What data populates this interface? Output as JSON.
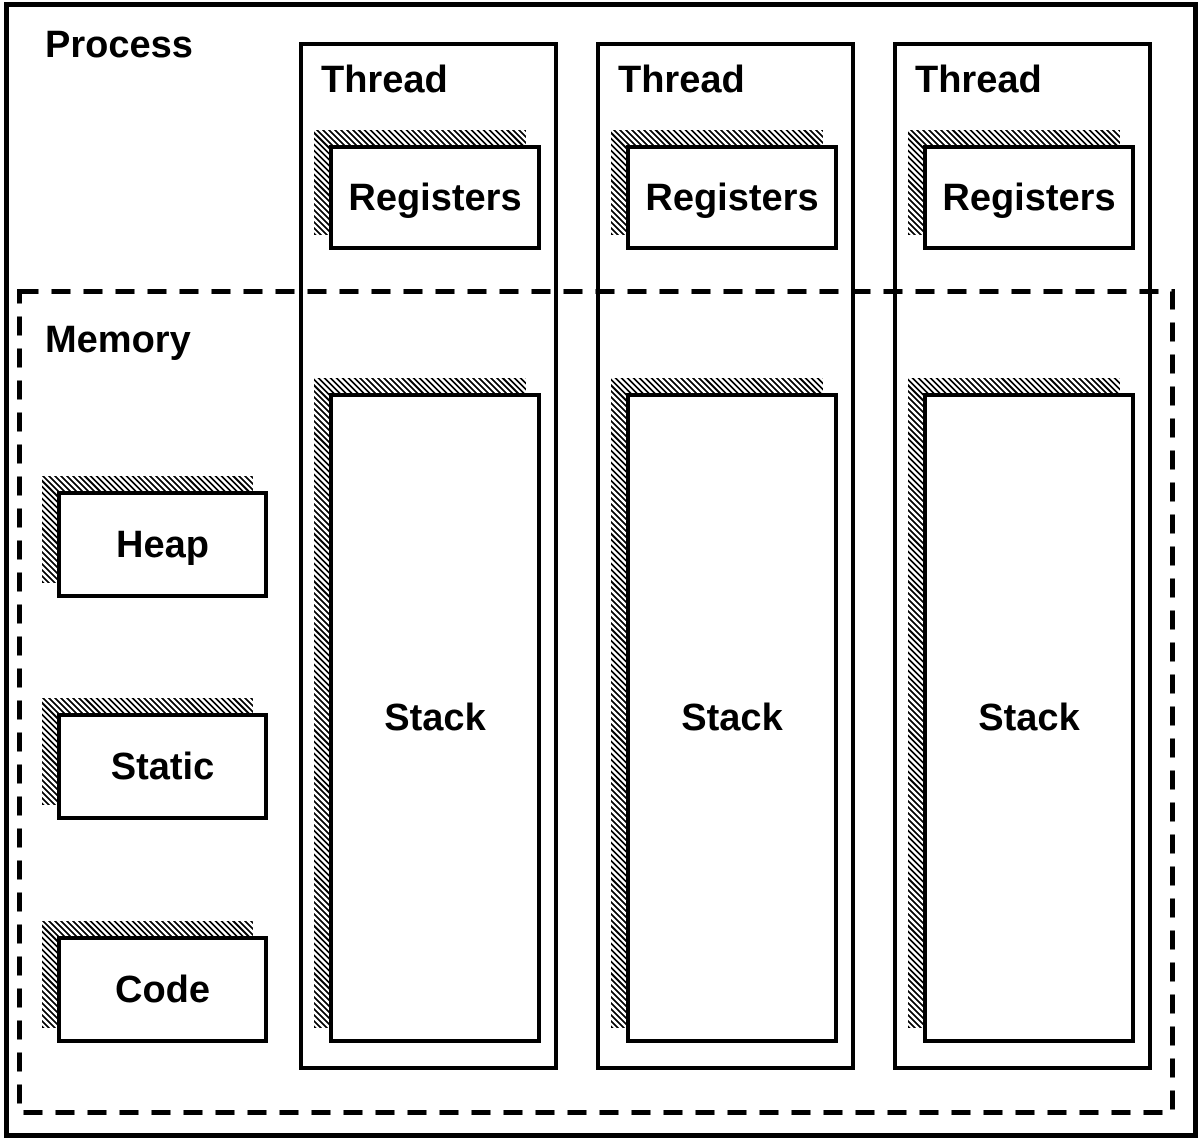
{
  "colors": {
    "ink": "#000000",
    "paper": "#ffffff"
  },
  "process": {
    "label": "Process"
  },
  "memory": {
    "label": "Memory",
    "boxes": [
      {
        "label": "Heap"
      },
      {
        "label": "Static"
      },
      {
        "label": "Code"
      }
    ]
  },
  "threads": [
    {
      "label": "Thread",
      "registers": "Registers",
      "stack": "Stack"
    },
    {
      "label": "Thread",
      "registers": "Registers",
      "stack": "Stack"
    },
    {
      "label": "Thread",
      "registers": "Registers",
      "stack": "Stack"
    }
  ]
}
